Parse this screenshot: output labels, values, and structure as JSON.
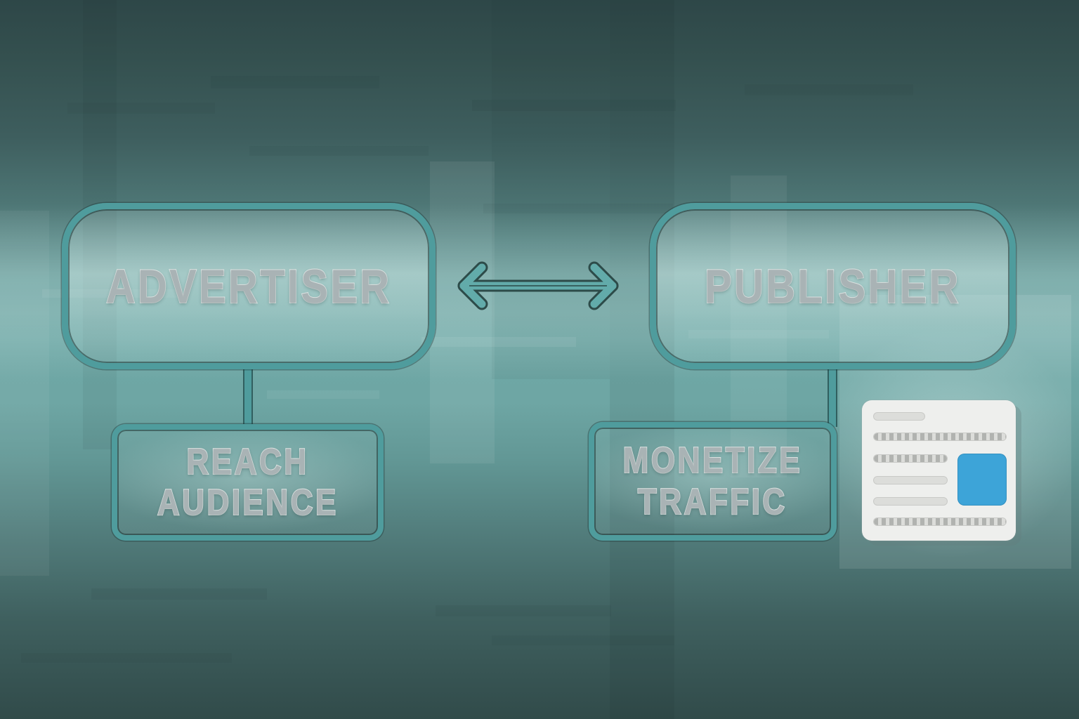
{
  "diagram": {
    "nodes": {
      "advertiser": {
        "label": "ADVERTISER"
      },
      "publisher": {
        "label": "PUBLISHER"
      },
      "reach_audience": {
        "line1": "REACH",
        "line2": "AUDIENCE"
      },
      "monetize_traffic": {
        "line1": "MONETIZE",
        "line2": "TRAFFIC"
      }
    },
    "edges": [
      {
        "from": "advertiser",
        "to": "publisher",
        "type": "bidirectional-arrow"
      },
      {
        "from": "advertiser",
        "to": "reach_audience",
        "type": "line"
      },
      {
        "from": "publisher",
        "to": "monetize_traffic",
        "type": "line"
      }
    ],
    "icons": [
      {
        "name": "news-article-icon"
      }
    ],
    "colors": {
      "background_dark": "#2f4849",
      "background_light": "#6fa8a6",
      "stroke_teal": "#4f9c9d",
      "stroke_dark": "#2b4745",
      "label_fill": "#a9b3b5",
      "label_outline": "#e4eae9",
      "card_background": "#eeefed",
      "card_bar": "#dcddda",
      "card_image_blue": "#3da4d8"
    }
  }
}
